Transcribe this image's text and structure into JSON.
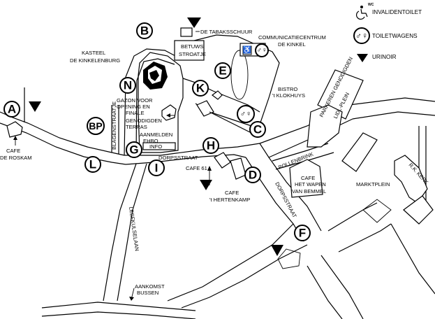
{
  "legend": {
    "invalidentoilet": "INVALIDENTOILET",
    "toiletwagens": "TOILETWAGENS",
    "urinoir": "URINOIR",
    "wc_badge": "WC"
  },
  "markers": {
    "A": "A",
    "B": "B",
    "BP": "BP",
    "C": "C",
    "D": "D",
    "E": "E",
    "F": "F",
    "G": "G",
    "H": "H",
    "I": "I",
    "K": "K",
    "L": "L",
    "N": "N"
  },
  "labels": {
    "tabaksschuur": "DE TABAKSSCHUUR",
    "betuws_1": "BETUWS",
    "betuws_2": "STROATJE",
    "communicatie_1": "COMMUNICATIECENTRUM",
    "communicatie_2": "DE KINKEL",
    "kasteel_1": "KASTEEL",
    "kasteel_2": "DE KINKELENBURG",
    "gazon_1": "GAZON VOOR",
    "gazon_2": "OPENING EN",
    "gazon_3": "FINALE",
    "genodigden_1": "GENODIGDEN",
    "genodigden_2": "TERRAS",
    "aanmelden": "AANMELDEN",
    "ehbo": "EHBO",
    "info": "INFO",
    "bistro_1": "BISTRO",
    "bistro_2": "'t KLOKHUYS",
    "parkeren": "PARKEREN GENODIGDEN",
    "lidl": "LIDL-PLEIN",
    "cafe_roskam_1": "CAFE",
    "cafe_roskam_2": "DE ROSKAM",
    "blagenstraatje": "BLAGENSTRAATJE",
    "dorpsstraat_1": "DORPSSTRAAT",
    "dorpsstraat_2": "DORPSSTRAAT",
    "pollenbrink": "POLLENBRINK",
    "cafe61": "CAFE 61",
    "cafe_hertenkamp_1": "CAFE",
    "cafe_hertenkamp_2": "'t HERTENKAMP",
    "cafe_wapen_1": "CAFE",
    "cafe_wapen_2": "HET WAPEN",
    "cafe_wapen_3": "VAN BEMMEL",
    "marktplein": "MARKTPLEIN",
    "rk_kerk": "R.K. KERK",
    "leeuwenlaan": "LEEFKULSELAAN",
    "aankomst_1": "AANKOMST",
    "aankomst_2": "BUSSEN"
  }
}
